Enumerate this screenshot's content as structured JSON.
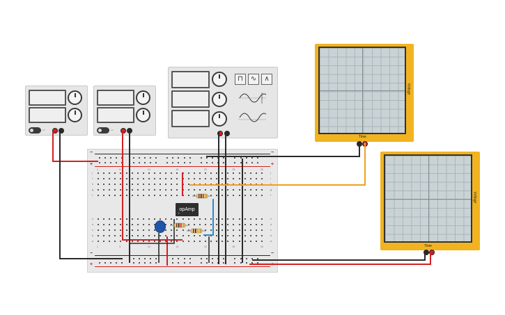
{
  "power_supply_1": {
    "power_label": "off"
  },
  "power_supply_2": {
    "power_label": "off"
  },
  "function_generator": {
    "waveforms": [
      "square-wave-icon",
      "sine-wave-icon",
      "triangle-wave-icon"
    ]
  },
  "oscilloscope_1": {
    "x_label": "Time",
    "y_label": "Voltage"
  },
  "oscilloscope_2": {
    "x_label": "Time",
    "y_label": "Voltage"
  },
  "breadboard": {
    "rail_plus": "+",
    "rail_minus": "−",
    "row_letters_top": [
      "j",
      "i",
      "h",
      "g",
      "f"
    ],
    "row_letters_bottom": [
      "e",
      "d",
      "c",
      "b",
      "a"
    ],
    "column_numbers": [
      "1",
      "",
      "",
      "",
      "5",
      "",
      "",
      "",
      "",
      "10",
      "",
      "",
      "",
      "",
      "15",
      "",
      "",
      "",
      "",
      "20",
      "",
      "",
      "",
      "",
      "25",
      "",
      "",
      "",
      "",
      "30"
    ]
  },
  "chip": {
    "label": "opAmp"
  },
  "colors": {
    "scope_frame": "#f2b320",
    "wire_red": "#d42020",
    "wire_black": "#2a2a2a",
    "wire_orange": "#f0a020",
    "wire_blue": "#2a8ad4",
    "capacitor": "#1f56a8"
  }
}
